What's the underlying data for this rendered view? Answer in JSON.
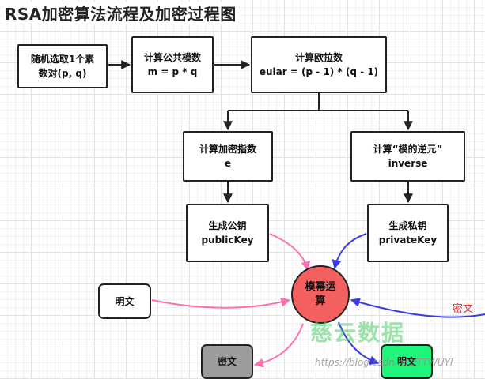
{
  "title": "RSA加密算法流程及加密过程图",
  "nodes": {
    "choose_primes": {
      "line1": "随机选取1个素",
      "line2": "数对(p, q)"
    },
    "modulus": {
      "line1": "计算公共模数",
      "line2": "m = p * q"
    },
    "euler": {
      "line1": "计算欧拉数",
      "line2": "eular = (p - 1) * (q - 1)"
    },
    "enc_exponent": {
      "line1": "计算加密指数",
      "line2": "e"
    },
    "inverse": {
      "line1": "计算“模的逆元”",
      "line2": "inverse"
    },
    "public_key": {
      "line1": "生成公钥",
      "line2": "publicKey"
    },
    "private_key": {
      "line1": "生成私钥",
      "line2": "privateKey"
    },
    "plaintext_in": {
      "label": "明文"
    },
    "mod_exp": {
      "label": "模幂运算"
    },
    "ciphertext_out": {
      "label": "密文"
    },
    "plaintext_out": {
      "label": "明文"
    }
  },
  "side_label": "密文",
  "watermark": {
    "brand": "慈云数据",
    "url": "https://blog.csdn.net/TTWUYI"
  },
  "colors": {
    "pink_arrow": "#ff6fb0",
    "blue_arrow": "#3a3ae8",
    "mod_exp_fill": "#f46060",
    "cipher_fill": "#9c9c9c",
    "plain_fill": "#1ef57a",
    "side_label": "#e23a3a"
  }
}
